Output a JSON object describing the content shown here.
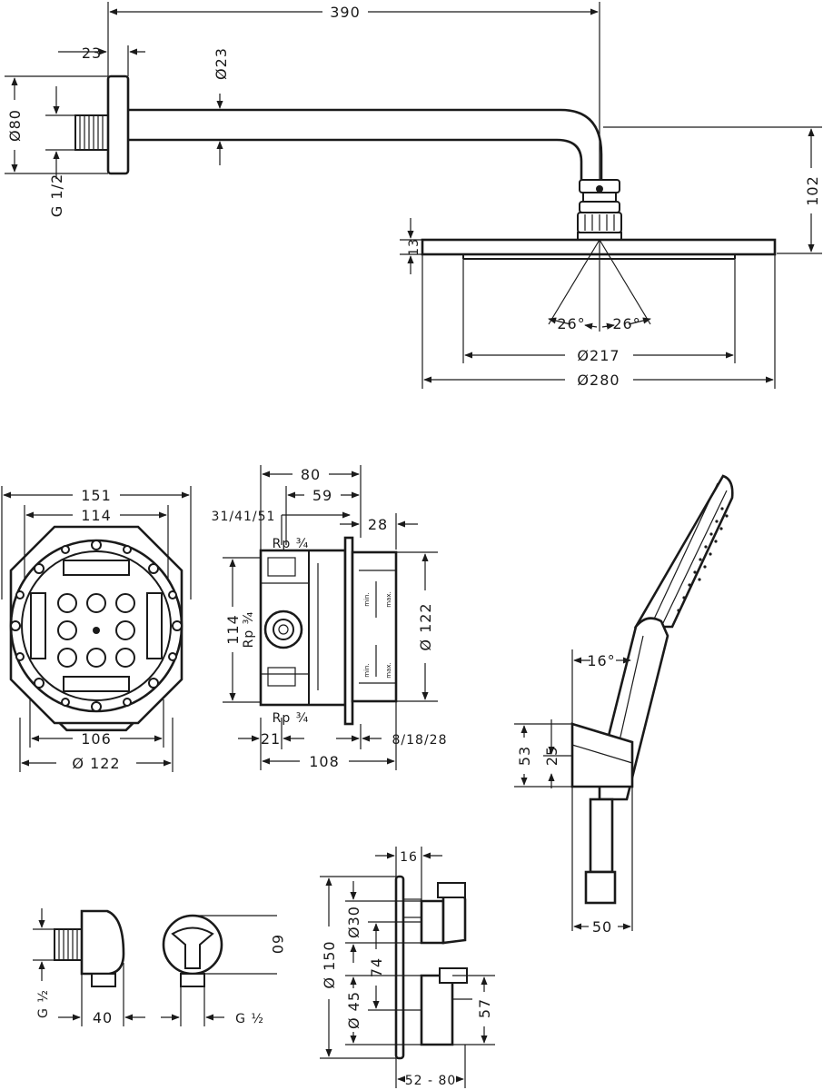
{
  "colors": {
    "ink": "#1a1a1a",
    "paper": "#ffffff"
  },
  "overhead_shower": {
    "arm_length": "390",
    "flange_depth": "23",
    "arm_diameter": "Ø23",
    "flange_diameter": "Ø80",
    "connection_thread": "G 1/2",
    "drop_height": "102",
    "head_thickness": "13",
    "spray_angle_left": "26°",
    "spray_angle_right": "26°",
    "spray_face_diameter": "Ø217",
    "head_diameter": "Ø280"
  },
  "mounting_box_front": {
    "overall_width": "151",
    "inner_width": "114",
    "base_width": "106",
    "mount_diameter": "Ø  122"
  },
  "mounting_box_side": {
    "depth_overall": "80",
    "depth_inner": "59",
    "depth_variants": "31/41/51",
    "trim_depth": "28",
    "port_top": "Rp ¾",
    "port_side": "Rp ¾",
    "port_bottom": "Rp ¾",
    "height": "114",
    "trim_diameter": "Ø 122",
    "rear_offset": "21",
    "total_depth": "108",
    "trim_variants": "8/18/28",
    "label_min": "min.",
    "label_max": "max."
  },
  "hand_shower": {
    "tilt_angle": "16°",
    "holder_height": "53",
    "holder_mid": "25",
    "holder_width": "50"
  },
  "wall_outlet": {
    "thread_left": "G ½",
    "depth": "40",
    "thread_right": "G ½",
    "height": "60"
  },
  "thermostat_trim": {
    "handle_depth": "16",
    "plate_diameter": "Ø 150",
    "upper_knob_diameter": "Ø30",
    "knob_spacing": "74",
    "lower_knob_diameter": "Ø 45",
    "lower_knob_height": "57",
    "projection_range": "52 - 80"
  }
}
